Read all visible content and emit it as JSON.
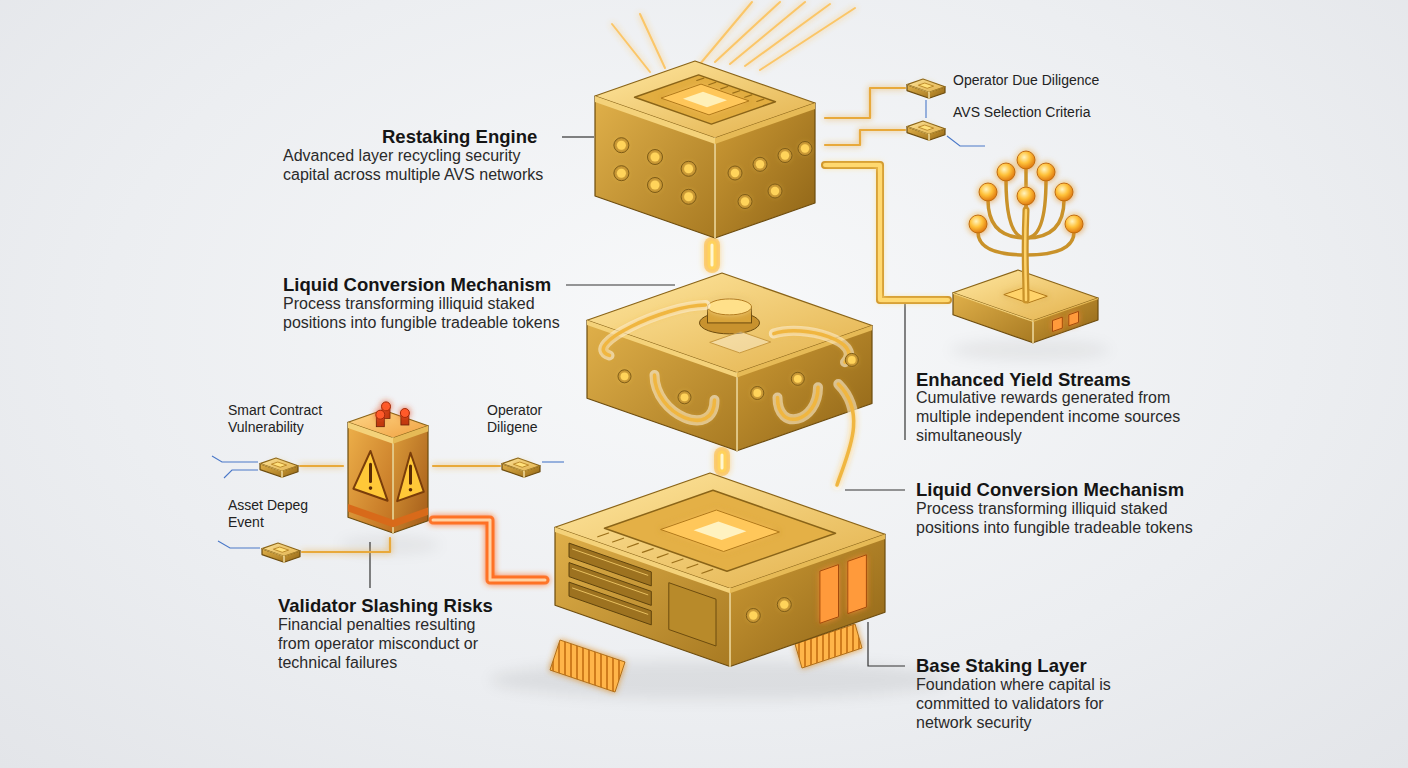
{
  "diagram": {
    "nodes": [
      {
        "text": [
          "Restaking Engine",
          "Advanced layer recycling security capital across multiple AVS networks"
        ]
      },
      {
        "text": [
          "Liquid Conversion Mechanism",
          "Process transforming illiquid staked positions into fungible tradeable tokens"
        ]
      },
      {
        "text": [
          "Base Staking Layer",
          "Foundation where capital is committed to validators for network security"
        ]
      },
      {
        "text": [
          "Enhanced Yield Streams",
          "Cumulative rewards generated from multiple independent income sources simultaneously"
        ]
      },
      {
        "text": [
          "Validator Slashing Risks",
          "Financial penalties resulting from operator misconduct or technical failures"
        ]
      },
      {
        "text": [
          "Operator Due Diligence"
        ]
      },
      {
        "text": [
          "AVS Selection Criteria"
        ]
      },
      {
        "text": [
          "Smart Contract Vulnerability"
        ]
      },
      {
        "text": [
          "Operator Diligene"
        ]
      },
      {
        "text": [
          "Asset Depeg Event"
        ]
      }
    ],
    "edges": [
      {
        "from": 0,
        "to": 1,
        "arrow": "none"
      },
      {
        "from": 1,
        "to": 2,
        "arrow": "none"
      },
      {
        "from": 0,
        "to": 3,
        "arrow": "none"
      },
      {
        "from": 4,
        "to": 2,
        "arrow": "none"
      },
      {
        "from": 5,
        "to": 0,
        "arrow": "none"
      },
      {
        "from": 6,
        "to": 0,
        "arrow": "none"
      },
      {
        "from": 7,
        "to": 4,
        "arrow": "none"
      },
      {
        "from": 8,
        "to": 4,
        "arrow": "none"
      },
      {
        "from": 9,
        "to": 4,
        "arrow": "none"
      }
    ],
    "labels": [
      "Liquid Conversion Mechanism",
      "Process transforming illiquid staked positions into fungible tradeable tokens"
    ]
  }
}
